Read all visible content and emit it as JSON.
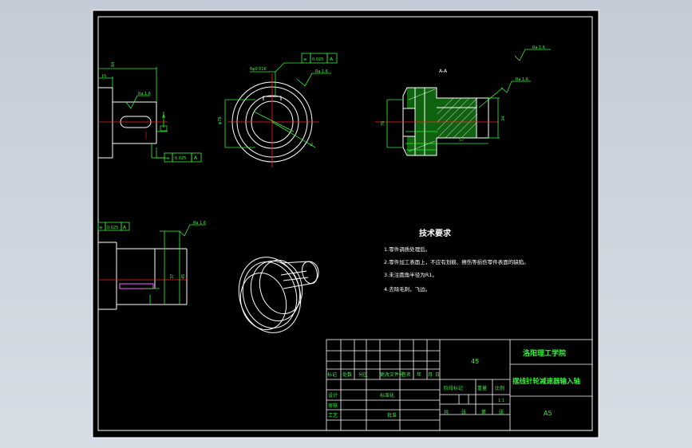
{
  "colors": {
    "background": "#c9d1db",
    "paper": "#000000",
    "lines": "#ffffff",
    "dimension": "#36f23a",
    "center_line": "#ff2020",
    "notes_text": "#ffffff",
    "table_text": "#36f23a",
    "section_fill": "#1cb51c",
    "highlight": "#ff60ff"
  },
  "section_label": "A-A",
  "roughness_marks": [
    "Ra 1.6",
    "Ra 1.6",
    "Ra 1.6",
    "Ra 1.6",
    "Ra 1.6"
  ],
  "tolerance_frames": [
    {
      "symbol": "⌯",
      "value": "0.025",
      "datum": "A"
    },
    {
      "symbol": "⌯",
      "value": "0.025",
      "datum": "A"
    },
    {
      "symbol": "⌯",
      "value": "0.025",
      "datum": "A"
    }
  ],
  "datum_label": "A",
  "tech_requirements": {
    "title": "技术要求",
    "items": [
      "1.零件调质处理后。",
      "2.零件加工表面上，不应有划痕、擦伤等损伤零件表面的缺陷。",
      "3.未注圆角半径为R1。",
      "4.去除毛刺，飞边。"
    ]
  },
  "title_block": {
    "material": "45",
    "school": "洛阳理工学院",
    "part_name": "摆线针轮减速器输入轴",
    "part_code": "A5",
    "change_headers": [
      "标记",
      "处数",
      "分区",
      "更改文件号",
      "签名",
      "年",
      "月",
      "日"
    ],
    "design_rows": [
      "设计",
      "审核",
      "工艺"
    ],
    "standardization": "标准化",
    "approve": "批准",
    "stage_headers": [
      "阶段标记",
      "重量",
      "比例"
    ],
    "scale": "1:1",
    "sheet_labels": [
      "共",
      "张",
      "第",
      "张"
    ]
  }
}
